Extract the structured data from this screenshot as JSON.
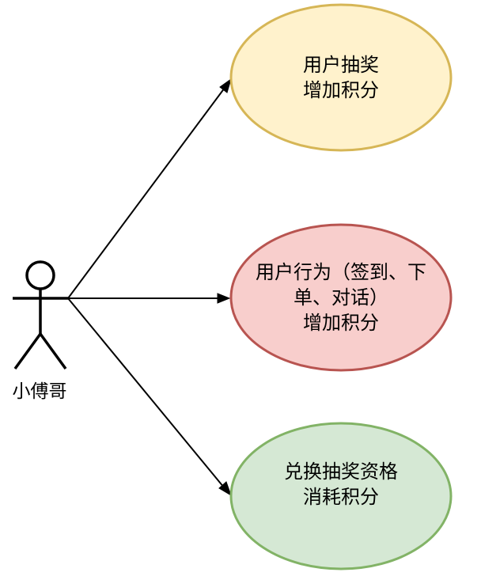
{
  "actor": {
    "label": "小傅哥",
    "icon": "stick-figure-actor-icon"
  },
  "use_cases": [
    {
      "id": "lottery",
      "lines": [
        "用户抽奖",
        "增加积分"
      ],
      "fill": "#fff2cc",
      "stroke": "#d6b656"
    },
    {
      "id": "behavior",
      "lines": [
        "用户行为（签到、下",
        "单、对话）",
        "增加积分"
      ],
      "fill": "#f8cecc",
      "stroke": "#b85450"
    },
    {
      "id": "redeem",
      "lines": [
        "兑换抽奖资格",
        "消耗积分"
      ],
      "fill": "#d5e8d4",
      "stroke": "#82b366"
    }
  ],
  "edge_color": "#000000"
}
